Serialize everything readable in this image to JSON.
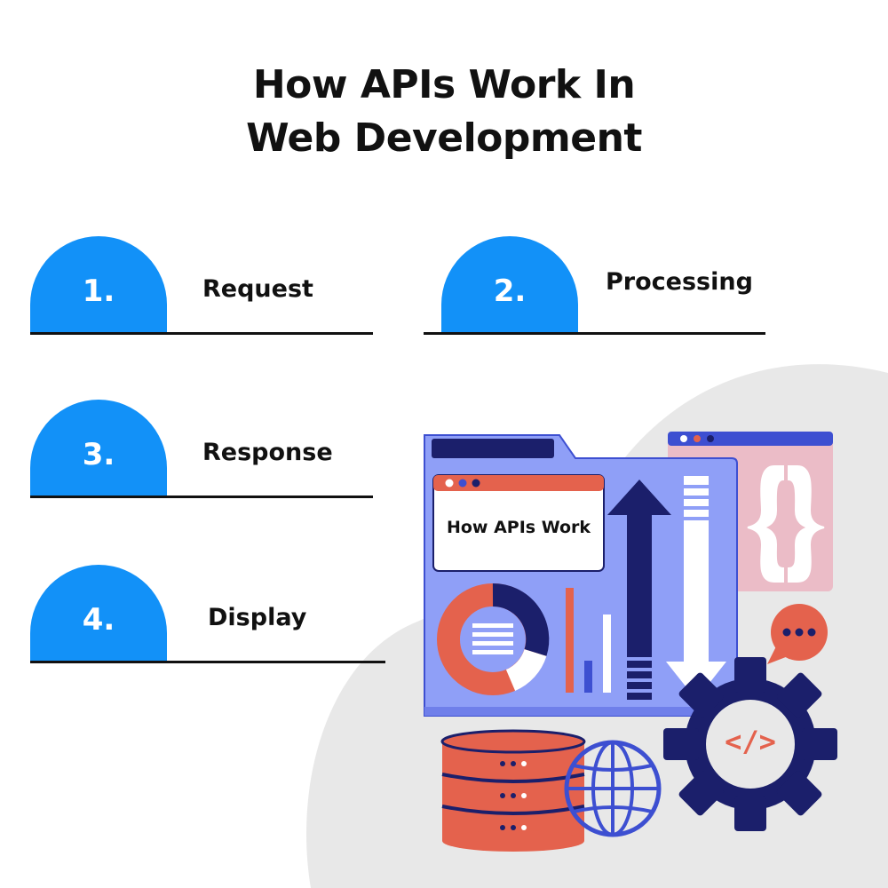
{
  "title": {
    "line1": "How APIs Work In",
    "line2": "Web Development"
  },
  "steps": [
    {
      "number": "1.",
      "label": "Request"
    },
    {
      "number": "2.",
      "label": "Processing"
    },
    {
      "number": "3.",
      "label": "Response"
    },
    {
      "number": "4.",
      "label": "Display"
    }
  ],
  "illustration": {
    "window_title": "How APIs Work",
    "code_glyph": "</>",
    "icons": [
      "folder-icon",
      "browser-window-icon",
      "donut-chart-icon",
      "bar-chart-icon",
      "up-arrow-icon",
      "down-arrow-icon",
      "curly-braces-icon",
      "chat-bubble-icon",
      "gear-icon",
      "code-icon",
      "database-icon",
      "globe-icon"
    ]
  },
  "colors": {
    "accent_blue": "#1291f8",
    "navy": "#1b1f6b",
    "periwinkle": "#8f9ff7",
    "coral": "#e4624d",
    "pink": "#ebbcc7",
    "light_gray": "#e8e8e8"
  }
}
